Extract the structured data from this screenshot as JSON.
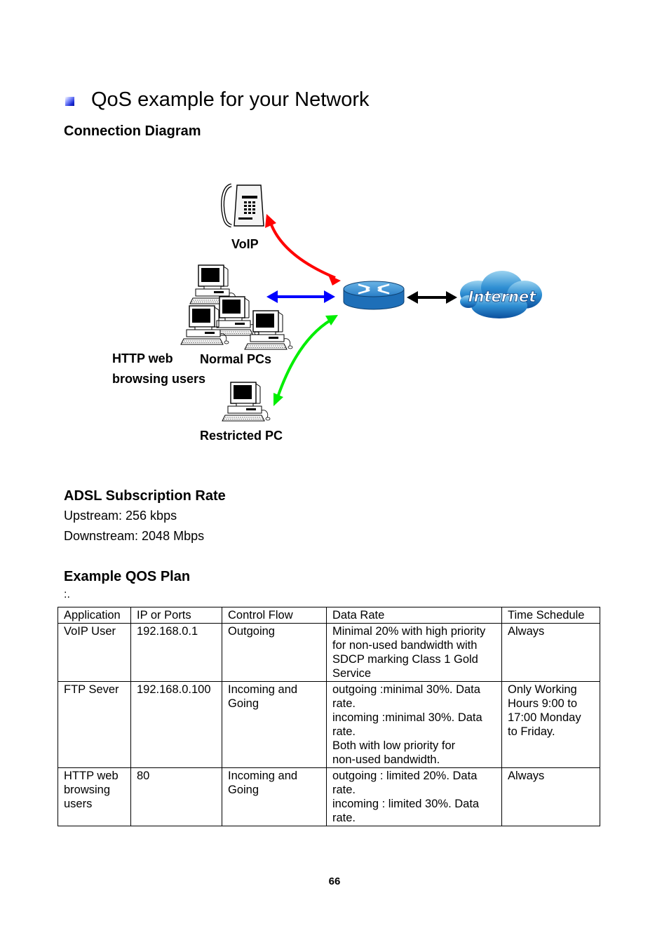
{
  "section": {
    "title": "QoS example for your Network"
  },
  "diagram": {
    "heading": "Connection Diagram",
    "labels": {
      "voip": "VoIP",
      "http_users_line1": "HTTP web",
      "http_users_line2": "browsing users",
      "normal_pcs": "Normal PCs",
      "restricted_pc": "Restricted PC",
      "internet": "Internet"
    },
    "arrow_colors": {
      "voip": "#ff0000",
      "normal_pcs": "#0000ff",
      "restricted_pc": "#00ff00",
      "internet": "#000000"
    },
    "icons": [
      "telephone-icon",
      "pc-icon",
      "router-icon",
      "internet-cloud-icon"
    ]
  },
  "adsl": {
    "heading": "ADSL Subscription Rate",
    "upstream": "Upstream: 256 kbps",
    "downstream": "Downstream: 2048 Mbps"
  },
  "plan": {
    "heading": "Example QOS Plan",
    "note": ":.",
    "columns": [
      "Application",
      "IP or Ports",
      "Control Flow",
      "Data Rate",
      "Time Schedule"
    ],
    "rows": [
      {
        "application": [
          "VoIP User"
        ],
        "ip_ports": [
          "192.168.0.1"
        ],
        "control_flow": [
          "Outgoing"
        ],
        "data_rate": [
          "Minimal 20% with high priority",
          "for non-used bandwidth with",
          "SDCP marking Class 1 Gold",
          "Service"
        ],
        "time_schedule": [
          "Always"
        ]
      },
      {
        "application": [
          "FTP Sever"
        ],
        "ip_ports": [
          "192.168.0.100"
        ],
        "control_flow": [
          "Incoming and",
          "Going"
        ],
        "data_rate": [
          "outgoing :minimal 30%. Data",
          "rate.",
          "incoming :minimal 30%. Data",
          "rate.",
          "Both with low priority for",
          "non-used bandwidth."
        ],
        "time_schedule": [
          "Only Working",
          "Hours 9:00 to",
          "17:00 Monday",
          "to Friday."
        ]
      },
      {
        "application": [
          "HTTP web",
          "browsing",
          "users"
        ],
        "ip_ports": [
          "80"
        ],
        "control_flow": [
          "Incoming and",
          "Going"
        ],
        "data_rate": [
          "outgoing : limited 20%. Data",
          "rate.",
          "incoming : limited 30%. Data",
          "rate."
        ],
        "time_schedule": [
          "Always"
        ]
      }
    ]
  },
  "page_number": "66"
}
